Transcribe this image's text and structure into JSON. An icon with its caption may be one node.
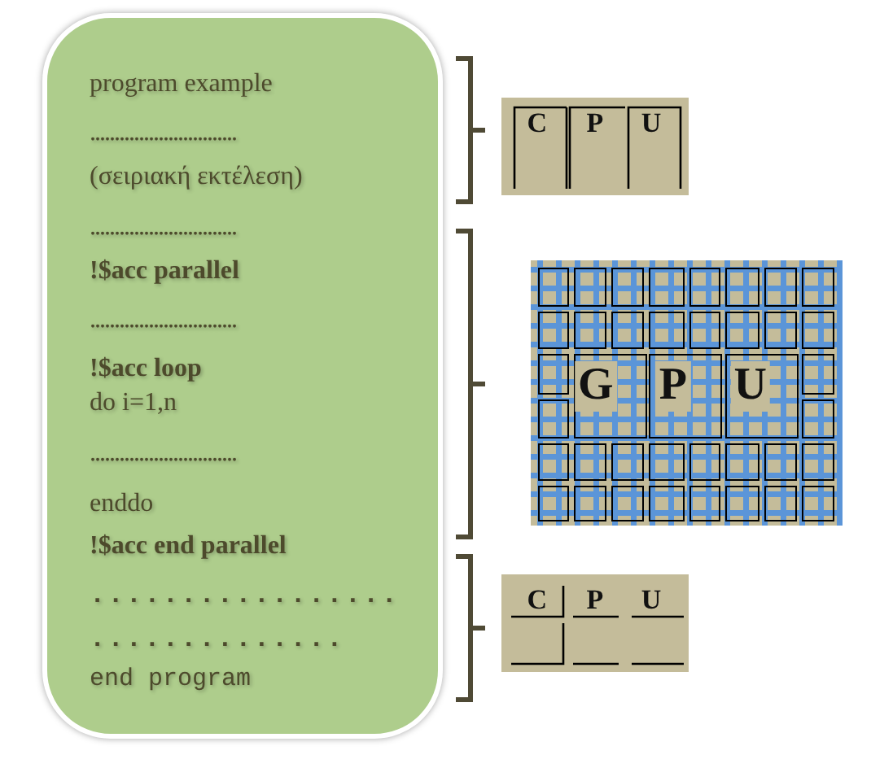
{
  "diagram": {
    "nodes": [
      {
        "text": [
          "program example",
          "..............................",
          "(σειριακή εκτέλεση)",
          "..............................",
          "!$acc parallel",
          "..............................",
          "!$acc loop",
          "do i=1,n",
          "..............................",
          "enddo",
          "!$acc end parallel",
          ". . . . . . . . . . . . . . . . .",
          ". . . . . . . . . . . . . .",
          "end program"
        ]
      },
      {
        "text": [
          "C",
          "P",
          "U"
        ]
      },
      {
        "text": [
          "G",
          "P",
          "U"
        ]
      },
      {
        "text": [
          "C",
          "P",
          "U"
        ]
      }
    ]
  }
}
